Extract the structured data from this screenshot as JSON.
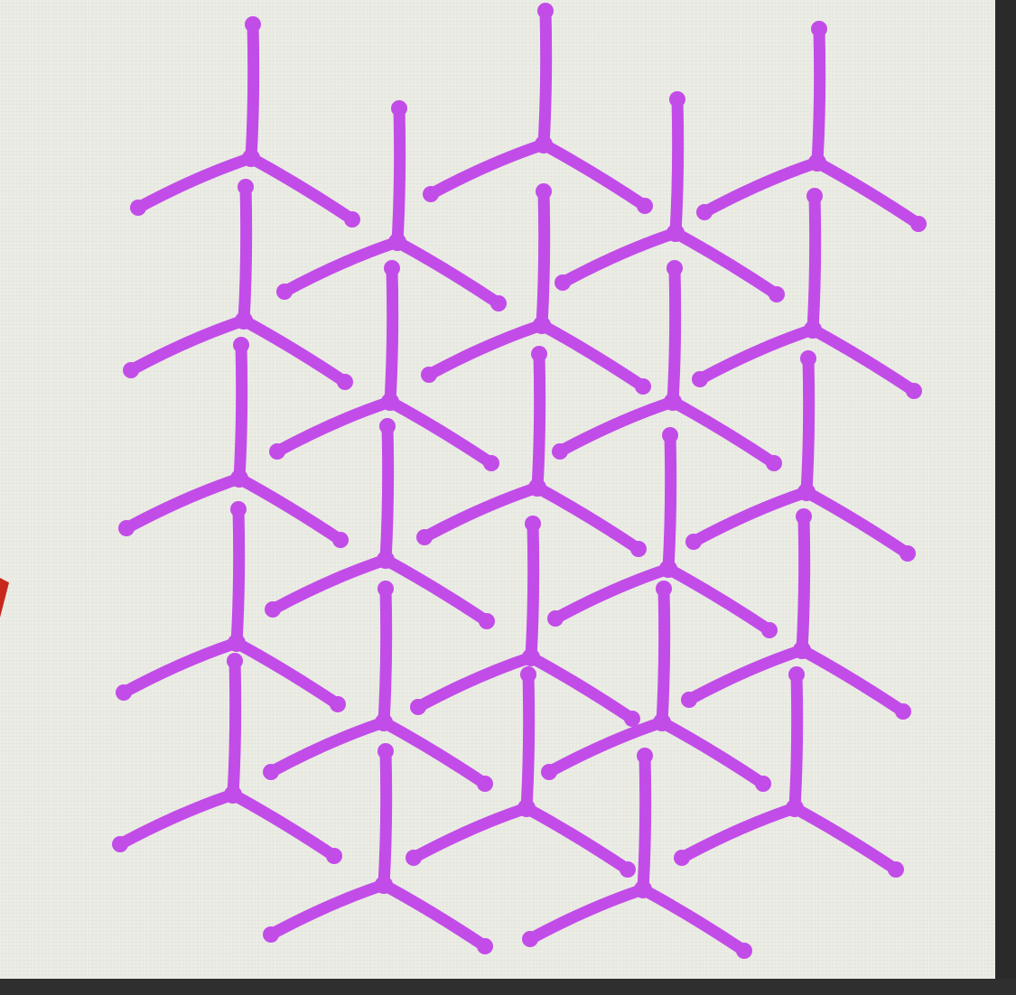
{
  "colors": {
    "shape": "#c24ce8",
    "board": "#e9ebe3",
    "frame": "#2a2a2a",
    "marker": "#c8281c"
  },
  "shape_icon": "three-arm-pinwheel-icon",
  "rows": [
    {
      "centers": [
        [
          278,
          175
        ],
        [
          602,
          160
        ],
        [
          905,
          180
        ]
      ]
    },
    {
      "centers": [
        [
          440,
          268
        ],
        [
          748,
          258
        ]
      ]
    },
    {
      "centers": [
        [
          270,
          355
        ],
        [
          600,
          360
        ],
        [
          900,
          365
        ]
      ]
    },
    {
      "centers": [
        [
          432,
          445
        ],
        [
          745,
          445
        ]
      ]
    },
    {
      "centers": [
        [
          265,
          530
        ],
        [
          595,
          540
        ],
        [
          893,
          545
        ]
      ]
    },
    {
      "centers": [
        [
          427,
          620
        ],
        [
          740,
          630
        ]
      ]
    },
    {
      "centers": [
        [
          262,
          712
        ],
        [
          588,
          728
        ],
        [
          888,
          720
        ]
      ]
    },
    {
      "centers": [
        [
          425,
          800
        ],
        [
          733,
          800
        ]
      ]
    },
    {
      "centers": [
        [
          258,
          880
        ],
        [
          583,
          895
        ],
        [
          880,
          895
        ]
      ]
    },
    {
      "centers": [
        [
          425,
          980
        ],
        [
          712,
          985
        ]
      ]
    }
  ]
}
